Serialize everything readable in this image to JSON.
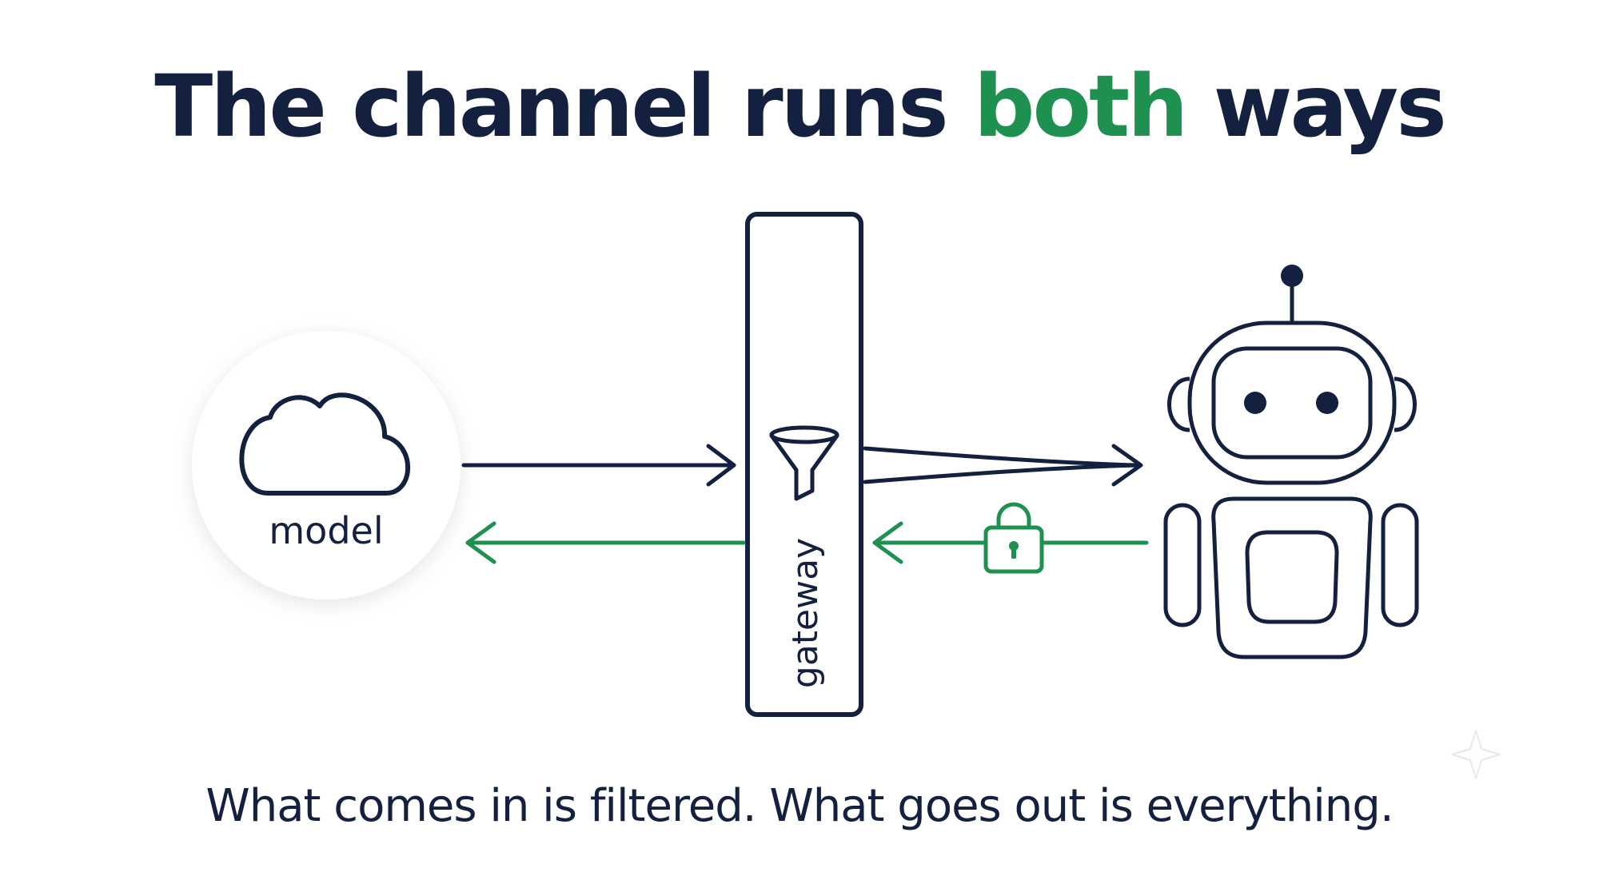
{
  "title": {
    "before": "The channel runs ",
    "accent": "both",
    "after": " ways"
  },
  "diagram": {
    "model_label": "model",
    "gateway_label": "gateway",
    "inbound_flow": "model → gateway → agent (filtered)",
    "outbound_flow": "agent → gateway → model (locked)"
  },
  "caption": "What comes in is filtered. What goes out is everything.",
  "icons": [
    "cloud-icon",
    "funnel-icon",
    "lock-icon",
    "robot-icon"
  ],
  "colors": {
    "navy": "#13203f",
    "green": "#1e9050",
    "background": "#ffffff"
  }
}
